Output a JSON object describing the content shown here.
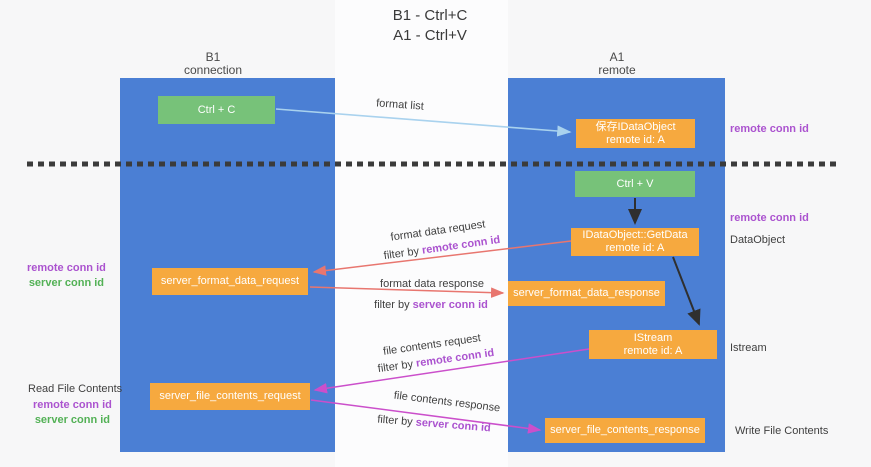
{
  "title": {
    "line1": "B1 - Ctrl+C",
    "line2": "A1 - Ctrl+V"
  },
  "lanes": {
    "left": {
      "name": "B1",
      "role": "connection"
    },
    "right": {
      "name": "A1",
      "role": "remote"
    }
  },
  "nodes": {
    "ctrl_c": {
      "label": "Ctrl + C"
    },
    "save_dataobject": {
      "line1": "保存IDataObject",
      "line2": "remote id: A"
    },
    "ctrl_v": {
      "label": "Ctrl + V"
    },
    "getdata": {
      "line1": "IDataObject::GetData",
      "line2": "remote id: A"
    },
    "format_request": {
      "label": "server_format_data_request"
    },
    "format_response": {
      "label": "server_format_data_response"
    },
    "istream": {
      "line1": "IStream",
      "line2": "remote id: A"
    },
    "file_request": {
      "label": "server_file_contents_request"
    },
    "file_response": {
      "label": "server_file_contents_response"
    }
  },
  "labels": {
    "remote_conn_id": "remote conn id",
    "server_conn_id": "server conn id",
    "dataobject": "DataObject",
    "istream": "Istream",
    "read_file": "Read File Contents",
    "write_file": "Write File Contents"
  },
  "edges": {
    "format_list": "format list",
    "format_data_request": "format data request",
    "format_data_response": "format data response",
    "file_contents_request": "file contents request",
    "file_contents_response": "file contents response",
    "filter_by": "filter by"
  },
  "colors": {
    "lane_blue": "#4b7fd4",
    "box_orange": "#f6a93f",
    "box_green": "#77c279",
    "arrow_blue": "#a9d2ee",
    "arrow_salmon": "#e8766f",
    "arrow_magenta": "#cb4fcb",
    "arrow_black": "#2f2f2f",
    "label_purple": "#ab53cf",
    "label_green": "#53b156",
    "text_dark": "#3f3f3f",
    "background": "#f7f7f8"
  }
}
